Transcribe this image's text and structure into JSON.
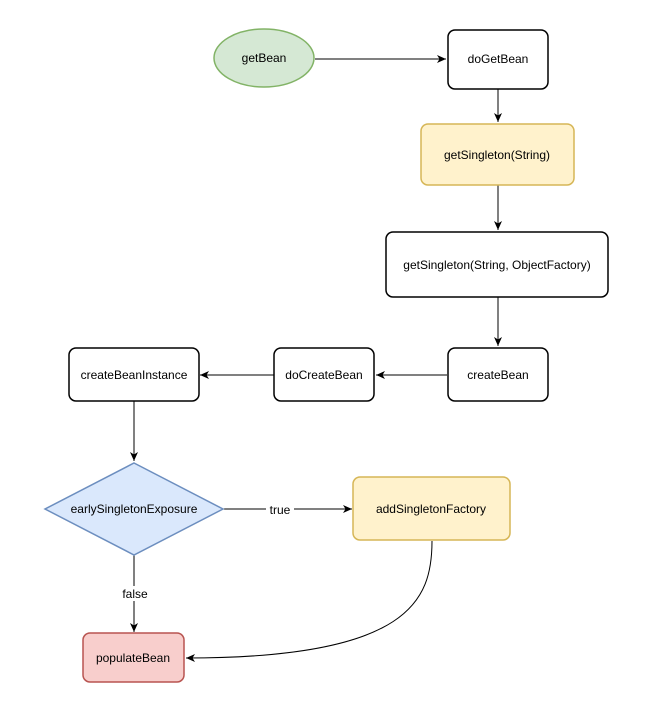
{
  "diagram": {
    "nodes": {
      "getBean": {
        "label": "getBean",
        "fill": "#d5e8d4",
        "stroke": "#82b366"
      },
      "doGetBean": {
        "label": "doGetBean",
        "fill": "#ffffff",
        "stroke": "#000000"
      },
      "getSingletonString": {
        "label": "getSingleton(String)",
        "fill": "#fff2cc",
        "stroke": "#d6b656"
      },
      "getSingletonFactory": {
        "label": "getSingleton(String, ObjectFactory)",
        "fill": "#ffffff",
        "stroke": "#000000"
      },
      "createBean": {
        "label": "createBean",
        "fill": "#ffffff",
        "stroke": "#000000"
      },
      "doCreateBean": {
        "label": "doCreateBean",
        "fill": "#ffffff",
        "stroke": "#000000"
      },
      "createBeanInstance": {
        "label": "createBeanInstance",
        "fill": "#ffffff",
        "stroke": "#000000"
      },
      "earlySingletonExposure": {
        "label": "earlySingletonExposure",
        "fill": "#dae8fc",
        "stroke": "#6c8ebf"
      },
      "addSingletonFactory": {
        "label": "addSingletonFactory",
        "fill": "#fff2cc",
        "stroke": "#d6b656"
      },
      "populateBean": {
        "label": "populateBean",
        "fill": "#f8cecc",
        "stroke": "#b85450"
      }
    },
    "edges": {
      "trueLabel": "true",
      "falseLabel": "false"
    }
  }
}
